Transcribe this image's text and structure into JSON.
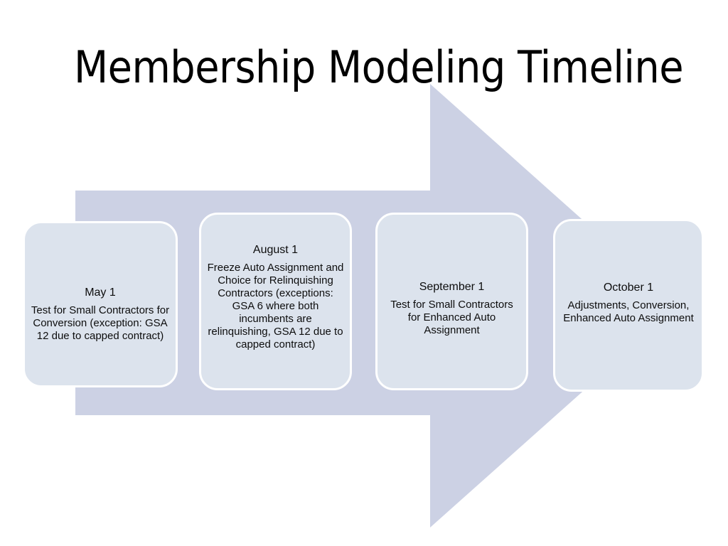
{
  "slide": {
    "title": "Membership Modeling Timeline",
    "background_color": "#ffffff"
  },
  "arrow": {
    "name": "right-arrow-shape",
    "fill_color": "#ccd1e4",
    "direction": "right"
  },
  "theme": {
    "box_fill": "#dce3ed",
    "box_border": "#ffffff",
    "text_color": "#0d0d0d",
    "arrow_fill": "#ccd1e4"
  },
  "milestones": [
    {
      "date": "May 1",
      "body": "Test for Small Contractors for Conversion (exception: GSA 12 due to capped contract)"
    },
    {
      "date": "August 1",
      "body": "Freeze Auto Assignment and Choice for Relinquishing Contractors (exceptions: GSA 6 where both incumbents are relinquishing, GSA 12 due to capped contract)"
    },
    {
      "date": "September 1",
      "body": "Test for Small Contractors for Enhanced Auto Assignment"
    },
    {
      "date": "October 1",
      "body": "Adjustments, Conversion, Enhanced Auto Assignment"
    }
  ]
}
